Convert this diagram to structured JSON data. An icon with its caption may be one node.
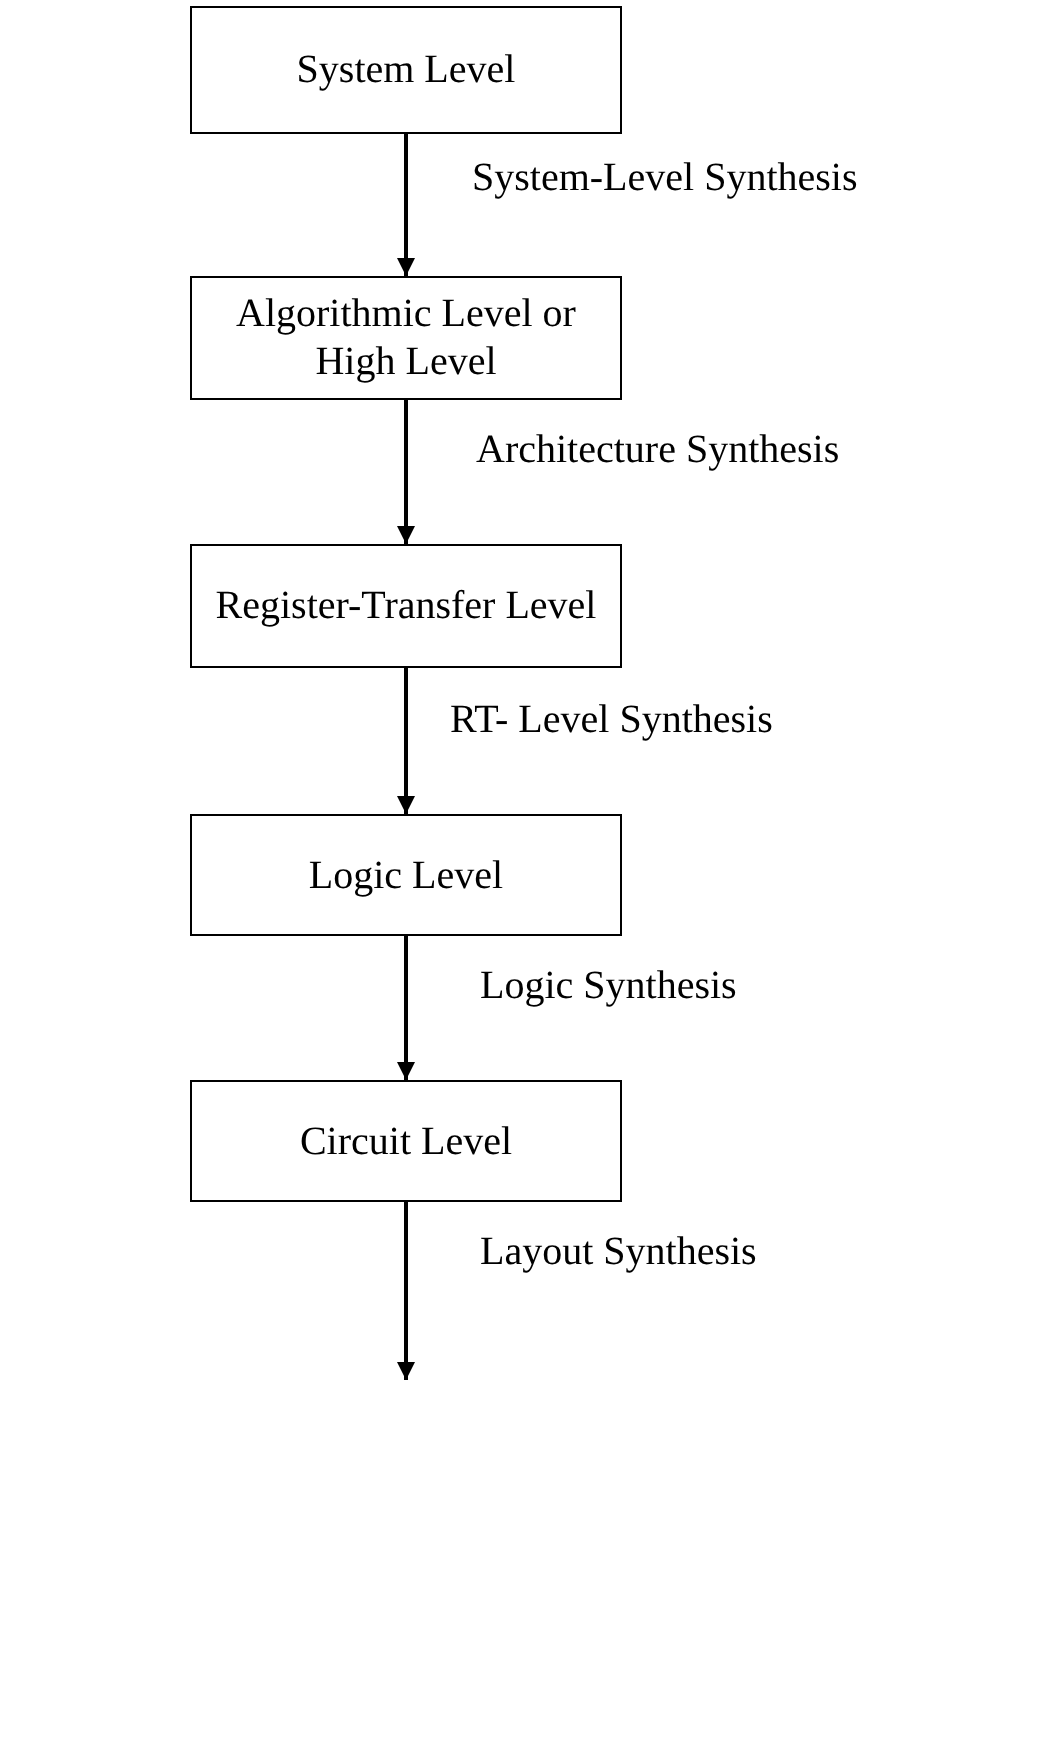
{
  "diagram": {
    "nodes": [
      {
        "text": [
          "System Level"
        ]
      },
      {
        "text": [
          "Algorithmic Level or High Level"
        ]
      },
      {
        "text": [
          "Register-Transfer Level"
        ]
      },
      {
        "text": [
          "Logic Level"
        ]
      },
      {
        "text": [
          "Circuit Level"
        ]
      }
    ],
    "edges": [
      {
        "from": 0,
        "to": 1,
        "arrow": "to",
        "label": "System-Level Synthesis"
      },
      {
        "from": 1,
        "to": 2,
        "arrow": "to",
        "label": "Architecture Synthesis"
      },
      {
        "from": 2,
        "to": 3,
        "arrow": "to",
        "label": "RT- Level Synthesis"
      },
      {
        "from": 3,
        "to": 4,
        "arrow": "to",
        "label": "Logic Synthesis"
      },
      {
        "from": 4,
        "to": null,
        "arrow": "to",
        "label": "Layout Synthesis"
      }
    ]
  }
}
